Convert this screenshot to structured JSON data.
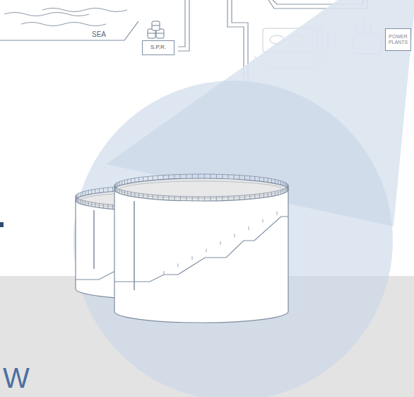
{
  "diagram": {
    "nodes": [
      {
        "text": [
          "SEA"
        ]
      },
      {
        "text": [
          "S.P.R."
        ]
      },
      {
        "text": [
          "POWER PLANTS"
        ]
      }
    ],
    "labels": [
      "W"
    ]
  }
}
